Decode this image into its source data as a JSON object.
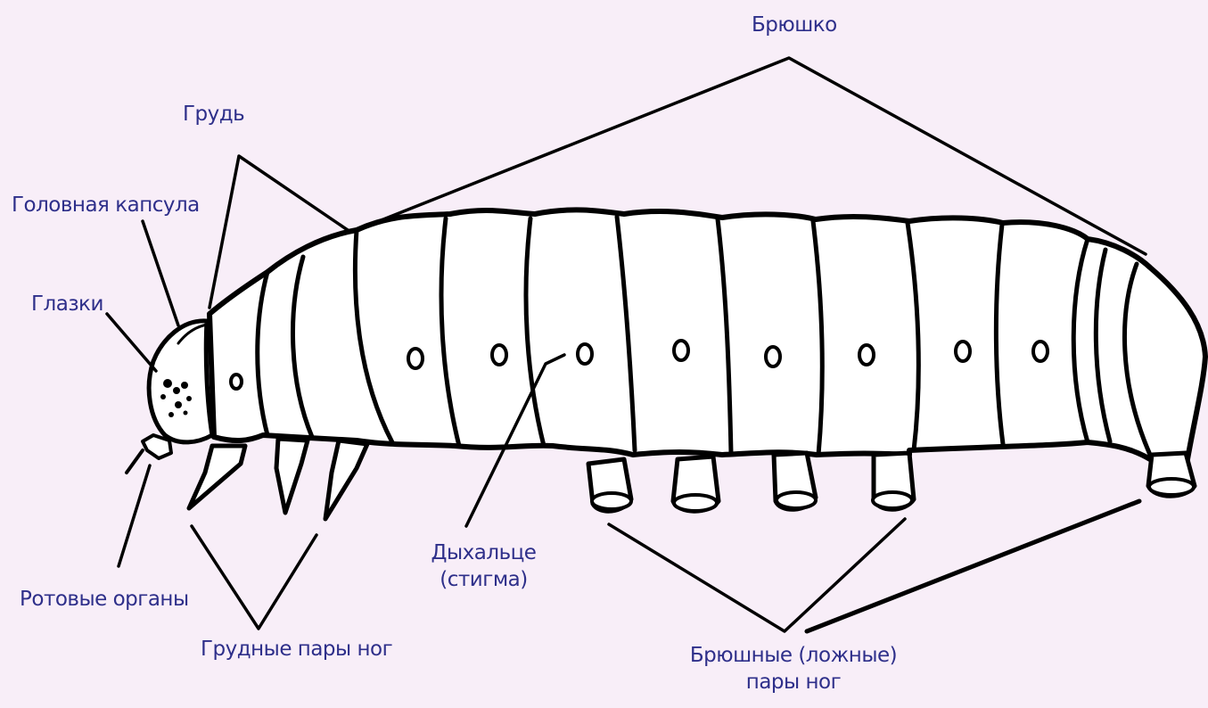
{
  "labels": {
    "abdomen": "Брюшко",
    "thorax": "Грудь",
    "head_capsule": "Головная капсула",
    "ocelli": "Глазки",
    "mouthparts": "Ротовые органы",
    "thoracic_legs": "Грудные пары ног",
    "spiracle_line1": "Дыхальце",
    "spiracle_line2": "(стигма)",
    "prolegs_line1": "Брюшные (ложные)",
    "prolegs_line2": "пары ног"
  },
  "colors": {
    "background": "#f8eef8",
    "label": "#2e2f8a",
    "outline": "#000000",
    "body_fill": "#ffffff"
  }
}
